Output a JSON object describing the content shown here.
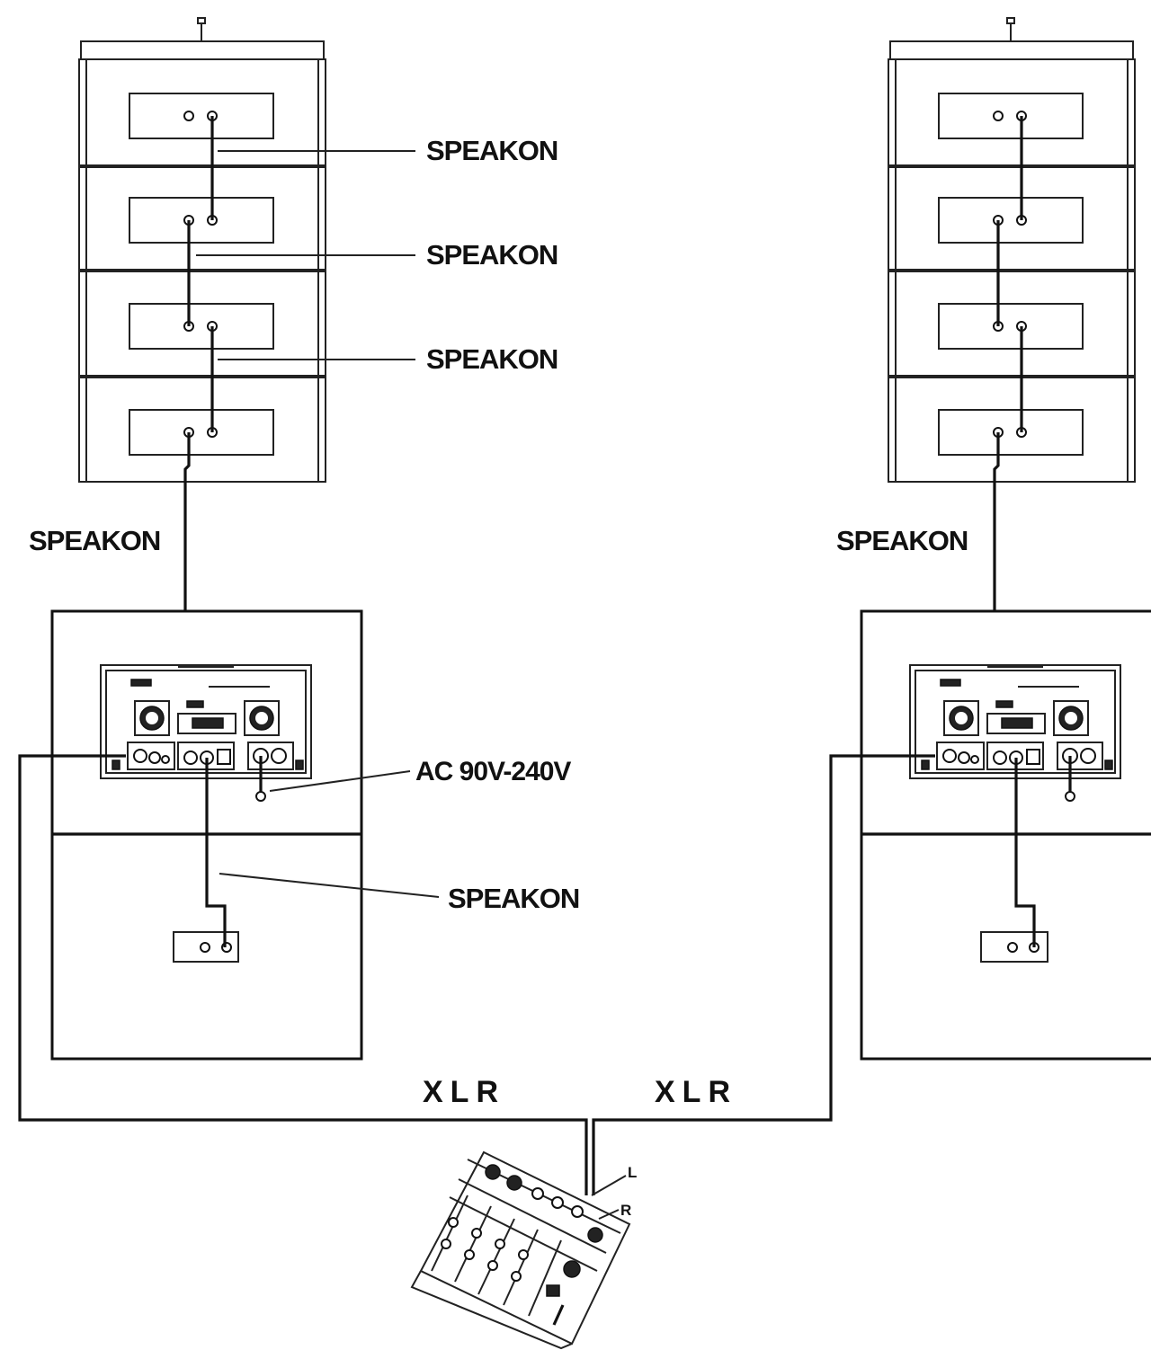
{
  "labels": {
    "speakon": "SPEAKON",
    "ac_power": "AC 90V-240V",
    "xlr": "XLR",
    "left": "L",
    "right": "R"
  },
  "colors": {
    "line": "#111111",
    "background": "#ffffff"
  }
}
